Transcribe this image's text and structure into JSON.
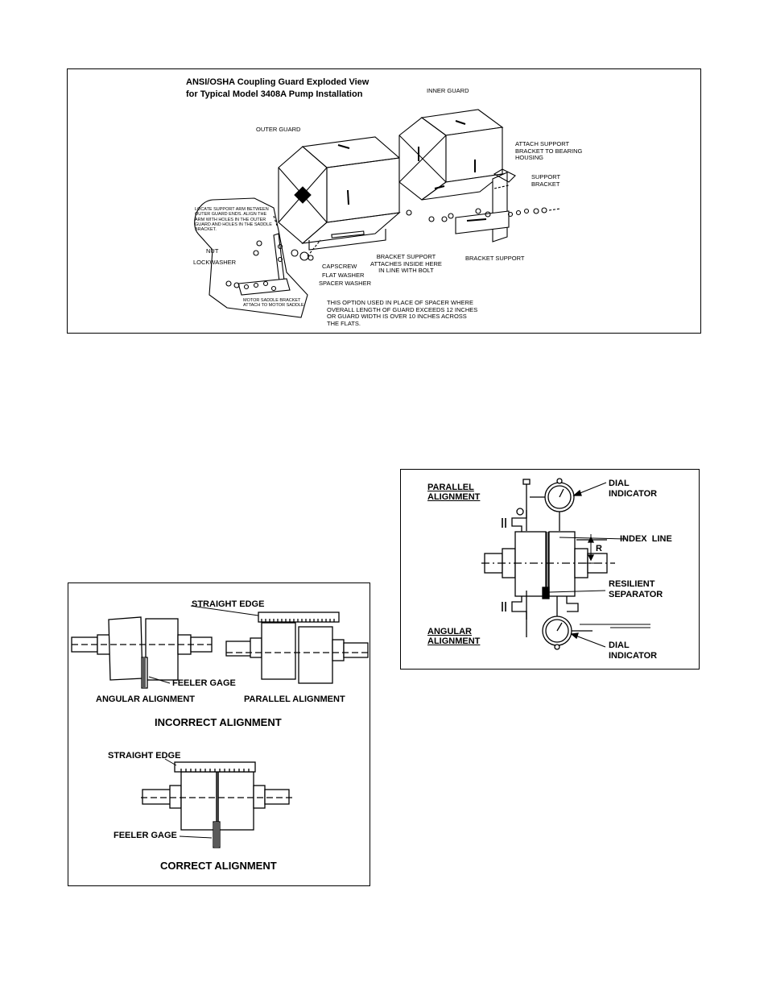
{
  "fig1": {
    "title_line1": "ANSI/OSHA Coupling Guard Exploded View",
    "title_line2": "for Typical Model 3408A Pump Installation",
    "inner_guard": "INNER GUARD",
    "outer_guard": "OUTER GUARD",
    "attach_support_1": "ATTACH SUPPORT",
    "attach_support_2": "BRACKET TO BEARING",
    "attach_support_3": "HOUSING",
    "support_bracket_1": "SUPPORT",
    "support_bracket_2": "BRACKET",
    "locate_note": "LOCATE SUPPORT ARM BETWEEN OUTER GUARD ENDS. ALIGN THE ARM WITH HOLES IN THE OUTER GUARD AND HOLES IN THE SADDLE BRACKET.",
    "nut": "NUT",
    "lockwasher": "LOCKWASHER",
    "capscrew": "CAPSCREW",
    "flat_washer": "FLAT WASHER",
    "spacer_washer": "SPACER WASHER",
    "bracket_inside_1": "BRACKET SUPPORT",
    "bracket_inside_2": "ATTACHES INSIDE HERE",
    "bracket_inside_3": "IN LINE WITH BOLT",
    "bracket_support": "BRACKET SUPPORT",
    "motor_saddle_1": "MOTOR SADDLE BRACKET",
    "motor_saddle_2": "ATTACH TO MOTOR SADDLE",
    "option_1": "THIS OPTION USED IN PLACE OF SPACER WHERE",
    "option_2": "OVERALL LENGTH OF GUARD EXCEEDS 12 INCHES",
    "option_3": "OR GUARD WIDTH IS OVER 10 INCHES ACROSS",
    "option_4": "THE FLATS."
  },
  "fig2": {
    "straight_edge_top": "STRAIGHT EDGE",
    "feeler_gage_top": "FEELER GAGE",
    "angular_alignment": "ANGULAR ALIGNMENT",
    "parallel_alignment": "PARALLEL ALIGNMENT",
    "incorrect_alignment": "INCORRECT ALIGNMENT",
    "straight_edge_bottom": "STRAIGHT EDGE",
    "feeler_gage_bottom": "FEELER GAGE",
    "correct_alignment": "CORRECT ALIGNMENT"
  },
  "fig3": {
    "parallel_1": "PARALLEL",
    "parallel_2": "ALIGNMENT",
    "dial_top_1": "DIAL",
    "dial_top_2": "INDICATOR",
    "index_line": "INDEX  LINE",
    "r": "R",
    "resilient_1": "RESILIENT",
    "resilient_2": "SEPARATOR",
    "angular_1": "ANGULAR",
    "angular_2": "ALIGNMENT",
    "dial_bot_1": "DIAL",
    "dial_bot_2": "INDICATOR"
  }
}
